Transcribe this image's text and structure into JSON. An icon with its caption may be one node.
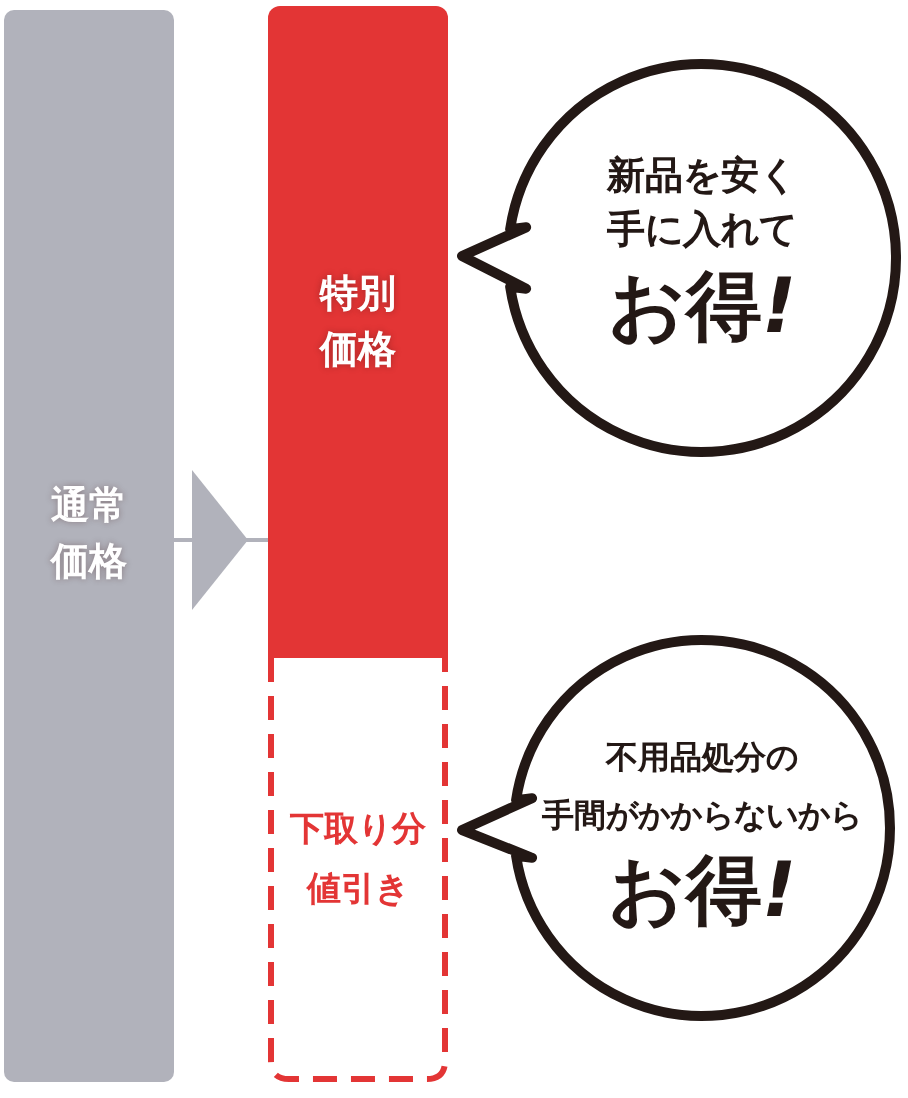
{
  "diagram": {
    "nodes": [
      {
        "text": [
          "通常価格"
        ]
      },
      {
        "text": [
          "特別価格"
        ]
      },
      {
        "text": [
          "下取り分値引き"
        ]
      },
      {
        "text": [
          "新品を安く手に入れて",
          "お得!"
        ]
      },
      {
        "text": [
          "不用品処分の手間がかからないから",
          "お得!"
        ]
      }
    ],
    "edges": [
      {
        "from": 0,
        "to": 1,
        "arrow": "to"
      }
    ]
  }
}
